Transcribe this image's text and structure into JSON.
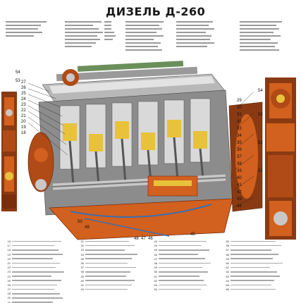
{
  "poster": {
    "title": "ДИЗЕЛЬ Д-260",
    "left_callouts": [
      "54",
      "53"
    ],
    "right_callouts": [
      "54",
      "53",
      "52",
      "51"
    ],
    "center_callouts": [
      "27",
      "26",
      "25",
      "24",
      "23",
      "22",
      "21",
      "20",
      "19",
      "18",
      "29",
      "30",
      "31",
      "32",
      "33",
      "34",
      "35",
      "36",
      "37",
      "38",
      "39",
      "40",
      "41",
      "42",
      "43",
      "44",
      "45",
      "46",
      "47",
      "48",
      "49",
      "50"
    ],
    "legend_numbers": {
      "col1": [
        "16",
        "17",
        "18",
        "19",
        "20",
        "21",
        "22",
        "23",
        "24",
        "25",
        "26",
        "27",
        "28",
        "29",
        "30"
      ],
      "col2": [
        "31",
        "32",
        "33",
        "34",
        "35",
        "36",
        "37",
        "38",
        "39",
        "40",
        "41",
        "42"
      ],
      "col3": [
        "43",
        "44",
        "45",
        "46",
        "47",
        "48",
        "49",
        "50",
        "51",
        "52",
        "53",
        "54"
      ],
      "col4": [
        "55",
        "56",
        "57",
        "58",
        "59",
        "60",
        "61",
        "62",
        "63",
        "64",
        "65",
        "66"
      ]
    }
  },
  "colors": {
    "engine_orange": "#d2601e",
    "engine_dark": "#7a2e0c",
    "block_gray": "#8c8c8c",
    "steel_light": "#c8c8c8",
    "piston_yellow": "#e8c23a",
    "head_green": "#6b8f5a",
    "lubrication_blue": "#3a6fb0"
  }
}
